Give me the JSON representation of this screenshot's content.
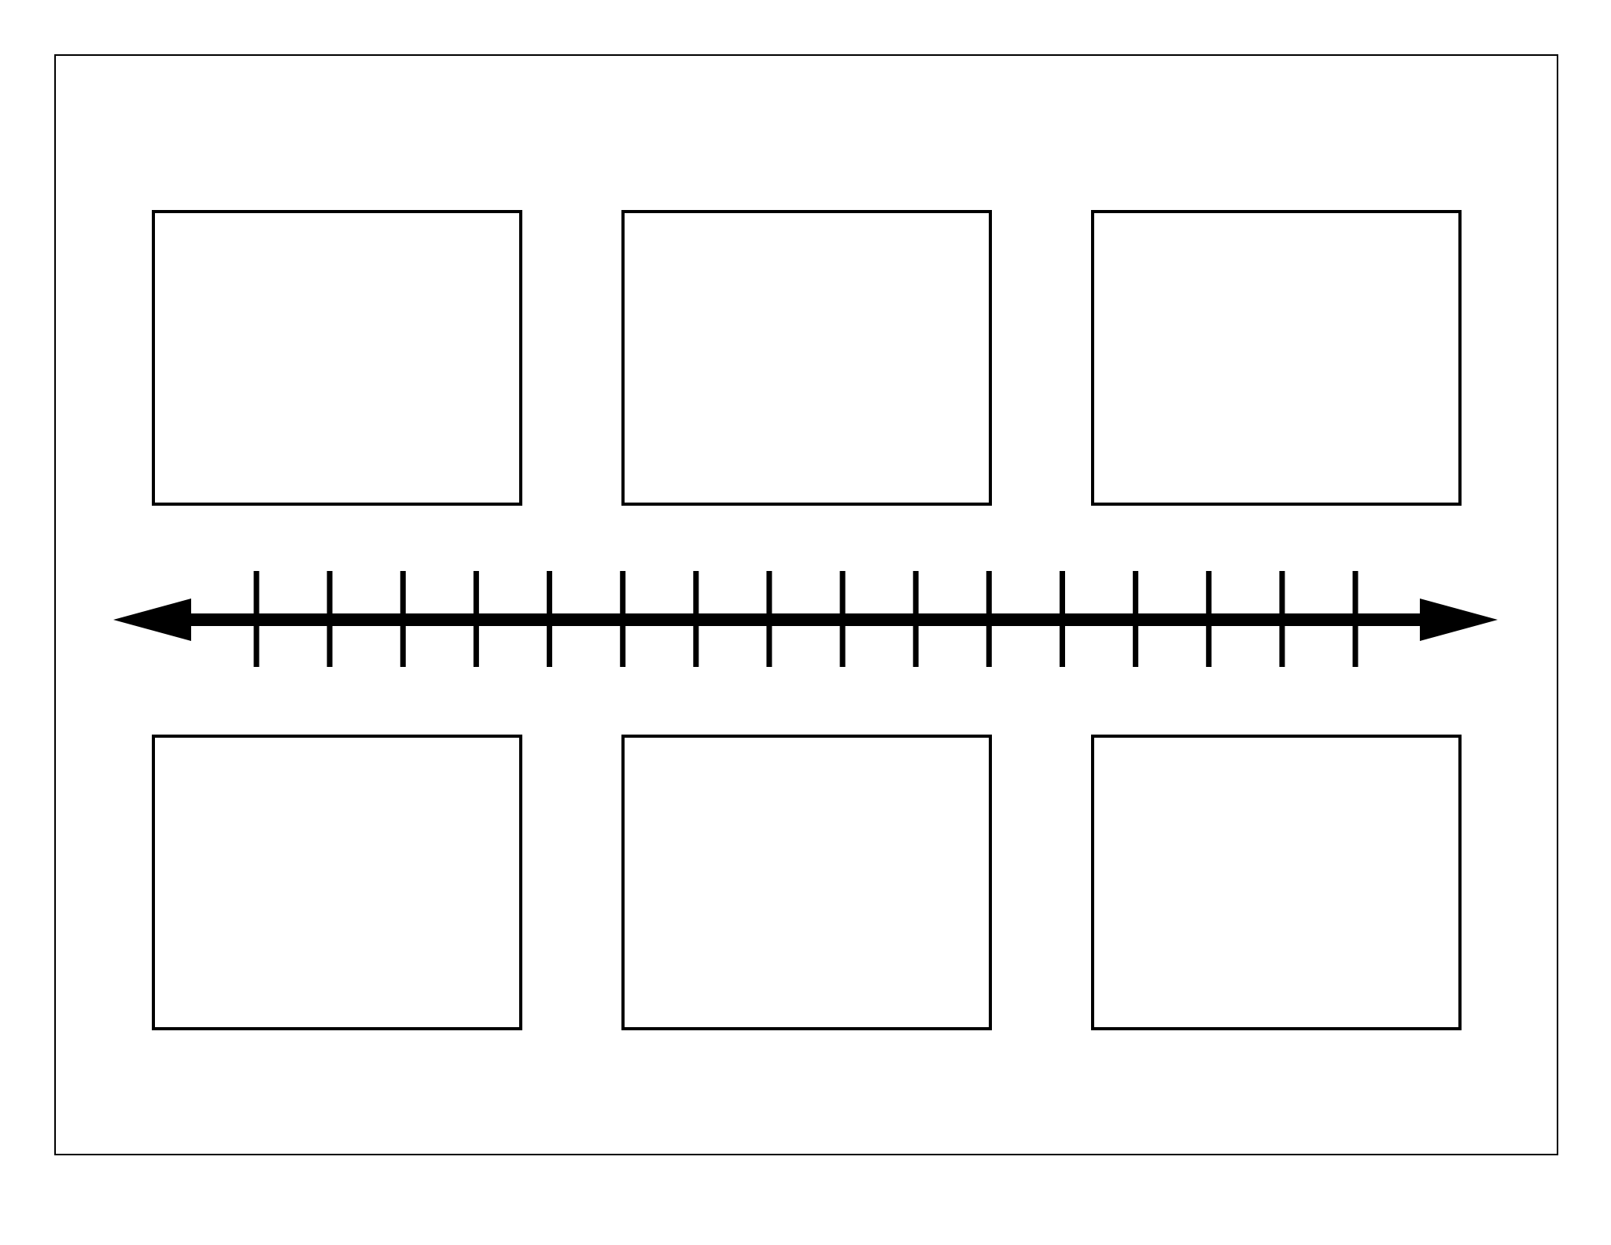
{
  "timeline": {
    "tick_count": 16,
    "arrows": "both-ends",
    "line_color": "#000000"
  },
  "panels": {
    "rows": 2,
    "columns": 3,
    "border_color": "#000000",
    "fill_color": "#ffffff"
  }
}
